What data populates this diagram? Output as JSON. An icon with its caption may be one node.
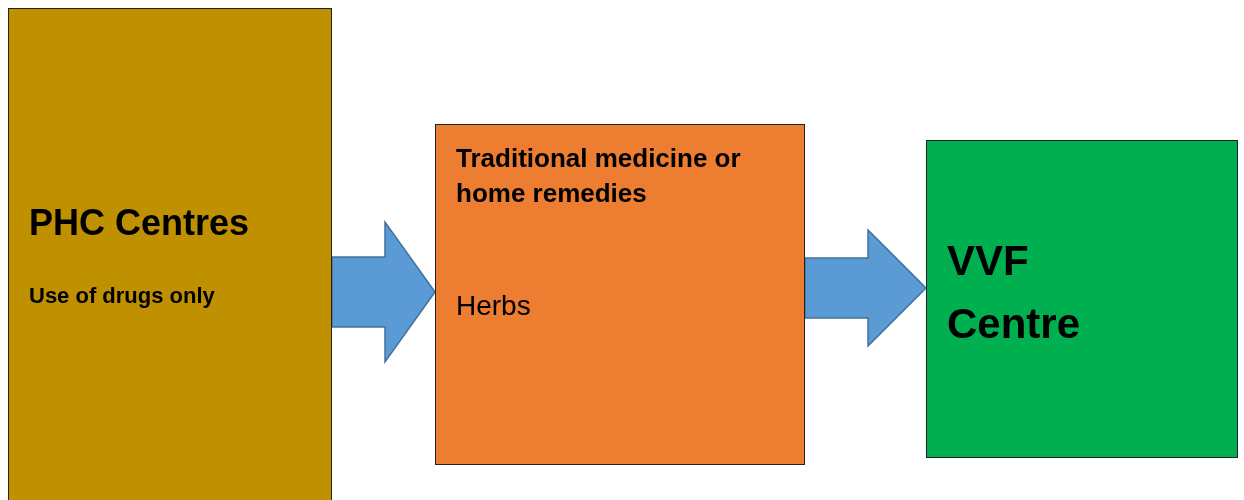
{
  "diagram": {
    "nodes": [
      {
        "text": [
          "PHC Centres",
          "Use of drugs only"
        ]
      },
      {
        "text": [
          "Traditional medicine or home remedies",
          "Herbs"
        ]
      },
      {
        "text": [
          "VVF Centre"
        ]
      }
    ],
    "edges": [
      {
        "from": 0,
        "to": 1,
        "arrow": "to"
      },
      {
        "from": 1,
        "to": 2,
        "arrow": "to"
      }
    ]
  }
}
